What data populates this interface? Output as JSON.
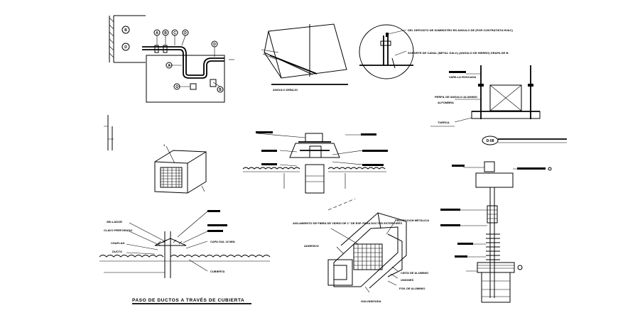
{
  "drawing": {
    "title": "PASO DE DUCTOS A TRAVÉS DE CUBIERTA",
    "bubbles": [
      "B",
      "D",
      "A",
      "B",
      "C",
      "D",
      "A",
      "C",
      "D",
      "B"
    ],
    "section_mark": "D-08",
    "notes": {
      "angle_caption": "ANGULO DEBAJO",
      "hanger_note": "DEL DEPOSITO DE SUMINISTRO EN ANGULO DE (POR CONTRATISTA HVAC)",
      "hanger_note2": "SOPORTE DE CANAL (METAL GALV.) (ANGULO DE HIERRO) GRAPA DE B.",
      "rod_note": "VARILLA ROSCADA",
      "frame_note": "PERFIL DE ANGULO ALUMINIO",
      "frame_note2": "ALFOMBRA",
      "nut_note": "TUERCA",
      "duct_label": "1",
      "flashing_left": "SELLADOR",
      "flashing_left2": "CLAVO PERFORADO",
      "flashing_left3": "CHAFLAN",
      "flashing_left4": "DUCTO",
      "flashing_right": "CAPA GAL 16 MIN.",
      "flashing_right2": "CUBIERTA",
      "insul_1": "AISLAMIENTO DE FIBRA DE VIDRIO DE 1\" DE ESP. PARA DUCTOS EXTERIORES",
      "insul_2": "ADHESIVO",
      "insul_3": "PROTECCION METALICA",
      "insul_4": "CINTA DE ALUMINIO",
      "insul_5": "UNIONES",
      "insul_6": "FOIL DE ALUMINIO",
      "insul_7": "GALVANIZADA"
    }
  }
}
